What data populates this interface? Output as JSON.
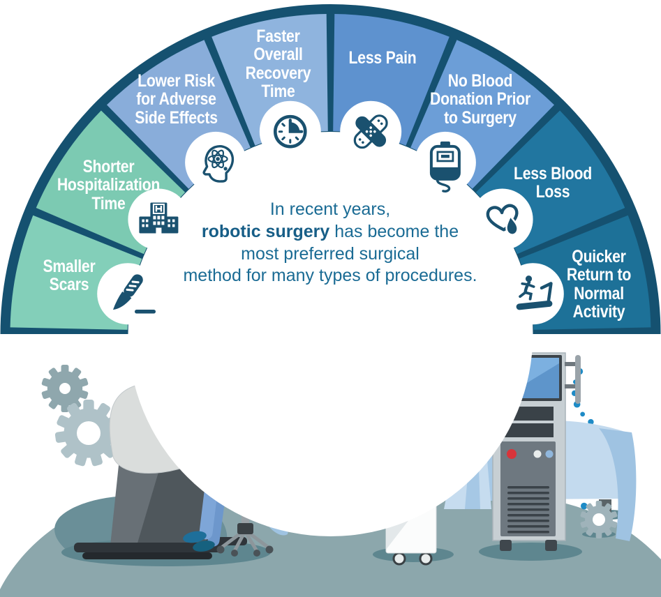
{
  "header": {
    "segments": [
      {
        "label": "Smaller Scars",
        "icon": "scalpel-icon",
        "color": "#83CFB9"
      },
      {
        "label": "Shorter Hospitalization Time",
        "icon": "hospital-icon",
        "color": "#7CCAB2"
      },
      {
        "label": "Lower Risk for Adverse Side Effects",
        "icon": "brain-head-icon",
        "color": "#89ADDA"
      },
      {
        "label": "Faster Overall Recovery Time",
        "icon": "clock-icon",
        "color": "#8FB4DE"
      },
      {
        "label": "Less Pain",
        "icon": "bandage-icon",
        "color": "#5E92CF"
      },
      {
        "label": "No Blood Donation Prior to Surgery",
        "icon": "blood-bag-icon",
        "color": "#6C9ED7"
      },
      {
        "label": "Less Blood Loss",
        "icon": "heart-drop-icon",
        "color": "#2176A0"
      },
      {
        "label": "Quicker Return to Normal Activity",
        "icon": "treadmill-icon",
        "color": "#1D7198"
      }
    ],
    "center_text": {
      "line1": "In recent years,",
      "line2_bold": "robotic surgery",
      "line2_rest": " has become the",
      "line3": "most preferred surgical",
      "line4": "method for many types of procedures."
    }
  },
  "colors": {
    "arc_border": "#155170",
    "icon_navy": "#1A516F",
    "dot_blue": "#1E8BC6",
    "incision_red": "#E8323A",
    "surgical_field_blue": "#2B7FAE",
    "screen_blue": "#1E7AA8",
    "tower_screen_blue": "#7CB0E0",
    "drape_blue": "#C3DAEE",
    "floor_gray": "#8CA7AC",
    "stool_teal": "#2387AE"
  }
}
